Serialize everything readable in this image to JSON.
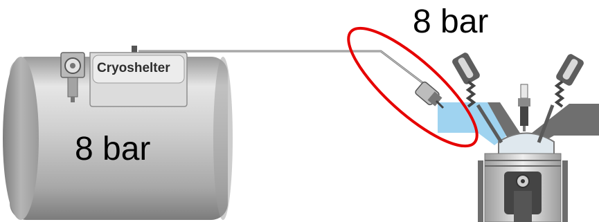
{
  "tank": {
    "brand_label": "Cryoshelter",
    "pressure_label": "8 bar"
  },
  "fuel_line": {
    "pressure_label": "8 bar",
    "highlight_color": "#e60000"
  },
  "colors": {
    "tank_metal": "#c4c4c4",
    "pipe": "#808080",
    "intake_port": "#9fd3f0",
    "engine_body": "#6f6f6f"
  }
}
